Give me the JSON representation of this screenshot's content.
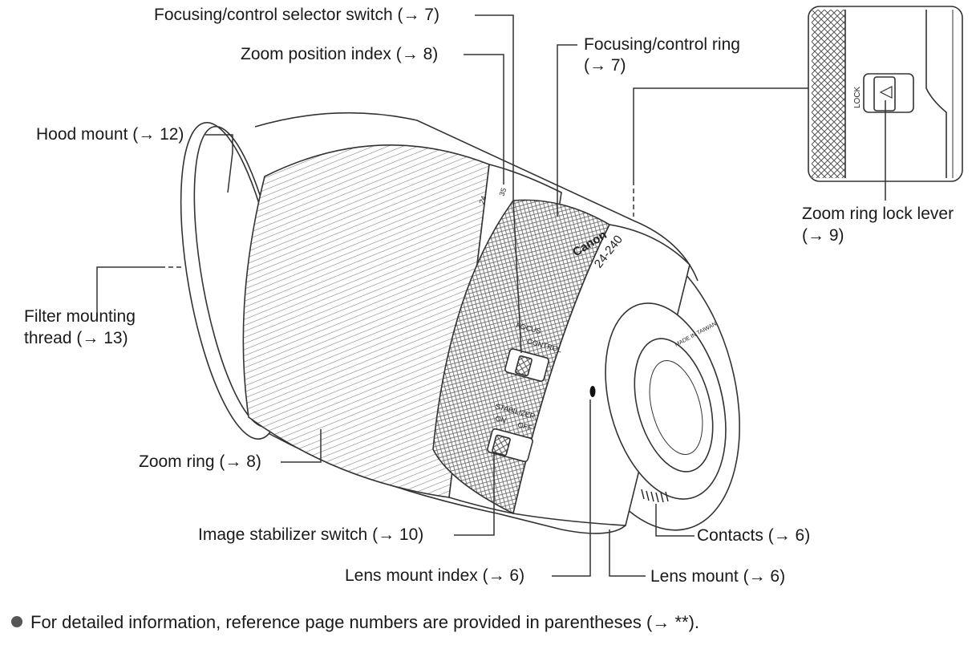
{
  "labels": {
    "focusing_selector": "Focusing/control selector switch (→ 7)",
    "zoom_position_index": "Zoom position index (→ 8)",
    "focusing_ring_line1": "Focusing/control ring",
    "focusing_ring_line2": "(→ 7)",
    "hood_mount": "Hood mount (→ 12)",
    "filter_thread_line1": "Filter mounting",
    "filter_thread_line2": "thread (→ 13)",
    "zoom_ring": "Zoom ring (→ 8)",
    "stabilizer_switch": "Image stabilizer switch (→ 10)",
    "lens_mount_index": "Lens mount index (→ 6)",
    "lens_mount": "Lens mount (→ 6)",
    "contacts": "Contacts (→ 6)",
    "zoom_lock_line1": "Zoom ring lock lever",
    "zoom_lock_line2": "(→ 9)"
  },
  "lens_markings": {
    "brand": "Canon",
    "model": "24-240",
    "zoom_24": "24",
    "zoom_35": "35",
    "focus_switch_line1": "FOCUS",
    "focus_switch_line2": "CONTROL",
    "stabilizer_title": "STABILIZER",
    "stabilizer_on": "ON",
    "stabilizer_off": "OFF",
    "made_in": "MADE IN TAIWAN",
    "lock": "LOCK"
  },
  "footnote": "For detailed information, reference page numbers are provided in parentheses (→ **)."
}
